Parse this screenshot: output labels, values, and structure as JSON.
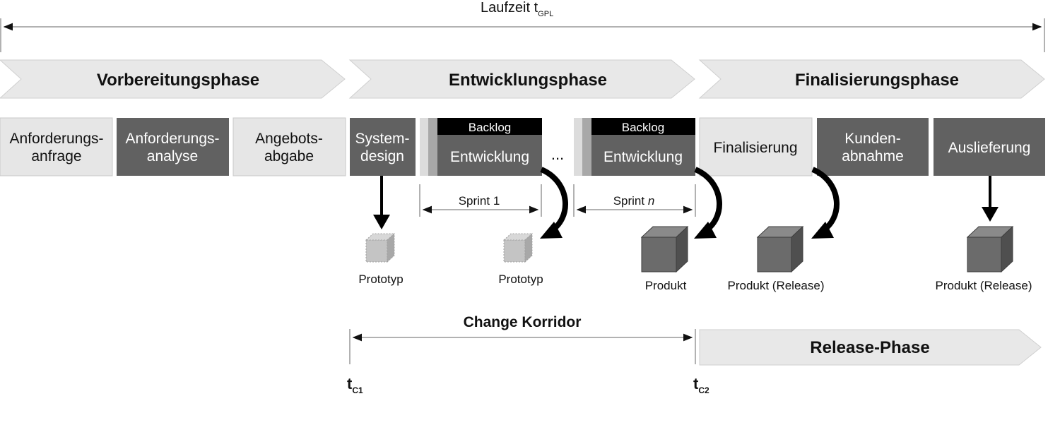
{
  "runtime": {
    "label": "Laufzeit t",
    "subscript": "GPL"
  },
  "phases": [
    {
      "label": "Vorbereitungsphase"
    },
    {
      "label": "Entwicklungsphase"
    },
    {
      "label": "Finalisierungsphase"
    }
  ],
  "activities": {
    "anforderungsanfrage": {
      "line1": "Anforderungs-",
      "line2": "anfrage"
    },
    "anforderungsanalyse": {
      "line1": "Anforderungs-",
      "line2": "analyse"
    },
    "angebotsabgabe": {
      "line1": "Angebots-",
      "line2": "abgabe"
    },
    "systemdesign": {
      "line1": "System-",
      "line2": "design"
    },
    "entwicklung_1": {
      "backlog": "Backlog",
      "label": "Entwicklung"
    },
    "ellipsis": "...",
    "entwicklung_n": {
      "backlog": "Backlog",
      "label": "Entwicklung"
    },
    "finalisierung": {
      "label": "Finalisierung"
    },
    "kundenabnahme": {
      "line1": "Kunden-",
      "line2": "abnahme"
    },
    "auslieferung": {
      "label": "Auslieferung"
    }
  },
  "sprints": {
    "sprint_1": {
      "label": "Sprint 1"
    },
    "sprint_n": {
      "label": "Sprint ",
      "italic": "n"
    }
  },
  "artifacts": {
    "prototyp_1": "Prototyp",
    "prototyp_2": "Prototyp",
    "produkt": "Produkt",
    "produkt_release_1": "Produkt (Release)",
    "produkt_release_2": "Produkt (Release)"
  },
  "change_corridor": {
    "label": "Change Korridor"
  },
  "release_phase": {
    "label": "Release-Phase"
  },
  "milestones": {
    "tc1": {
      "label": "t",
      "subscript": "C1"
    },
    "tc2": {
      "label": "t",
      "subscript": "C2"
    }
  },
  "colors": {
    "light_box": "#e6e6e6",
    "dark_box": "#616161",
    "phase_fill": "#e8e8e8",
    "backlog": "#000000",
    "cube_light": "#c4c4c4",
    "cube_dark": "#6b6b6b"
  }
}
